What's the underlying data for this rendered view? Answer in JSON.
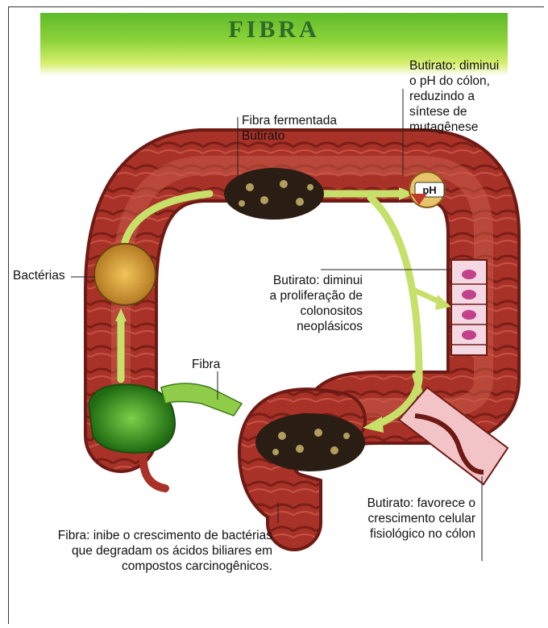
{
  "title": "FIBRA",
  "labels": {
    "butirato_ph": [
      "Butirato: diminui",
      "o pH do  cólon,",
      "reduzindo a",
      "síntese de",
      "mutagênese"
    ],
    "fibra_fermentada": [
      "Fibra fermentada",
      "Butirato"
    ],
    "bacterias": "Bactérias",
    "butirato_prolif": [
      "Butirato: diminui",
      "a proliferação de",
      "colonositos",
      "neoplásicos"
    ],
    "fibra": "Fibra",
    "butirato_favorece": [
      "Butirato: favorece o",
      "crescimento celular",
      "fisiológico no cólon"
    ],
    "fibra_inibe": [
      "Fibra: inibe o crescimento de bactérias",
      "que degradam os ácidos biliares em",
      "compostos carcinogênicos."
    ]
  },
  "ph_badge": "pH",
  "colors": {
    "colon": "#a83228",
    "colon_dark": "#6e1a14",
    "colon_light": "#d46a5a",
    "arrow": "#c6e06a",
    "arrow_dark": "#7fae2a",
    "fiber_green": "#3f9a1e",
    "bacteria_gold": "#d9a53a",
    "stool": "#2a1d14"
  }
}
